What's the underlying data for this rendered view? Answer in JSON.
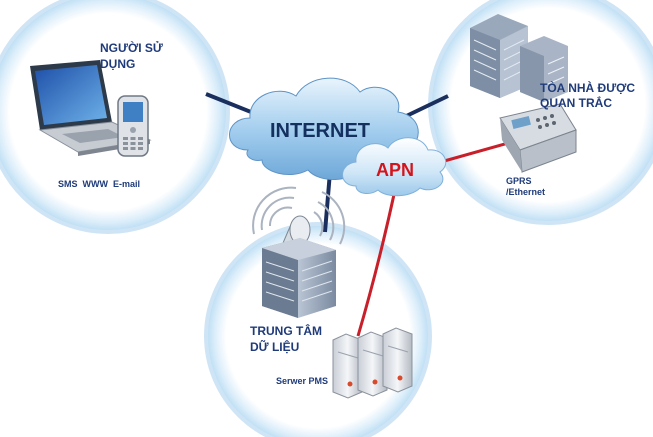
{
  "nodes": {
    "user": {
      "title_line1": "NGƯỜI SỬ",
      "title_line2": "DỤNG",
      "services": "SMS  WWW  E-mail"
    },
    "building": {
      "title_line1": "TÒA NHÀ ĐƯỢC",
      "title_line2": "QUAN TRẮC",
      "link_line1": "GPRS",
      "link_line2": "/Ethernet"
    },
    "datacenter": {
      "title_line1": "TRUNG TÂM",
      "title_line2": "DỮ LIỆU",
      "server_label": "Serwer PMS"
    }
  },
  "clouds": {
    "internet": "INTERNET",
    "apn": "APN"
  },
  "colors": {
    "internet_link": "#1b2f5e",
    "apn_link": "#c8202a",
    "cloud_fill": "#8fc3ea",
    "apn_text": "#d4141c",
    "label_text": "#1f3b7a"
  },
  "icons": {
    "user": [
      "laptop-icon",
      "mobile-phone-icon"
    ],
    "building": [
      "office-building-icon",
      "monitoring-device-icon"
    ],
    "datacenter": [
      "antenna-icon",
      "server-building-icon",
      "server-rack-icon"
    ]
  }
}
